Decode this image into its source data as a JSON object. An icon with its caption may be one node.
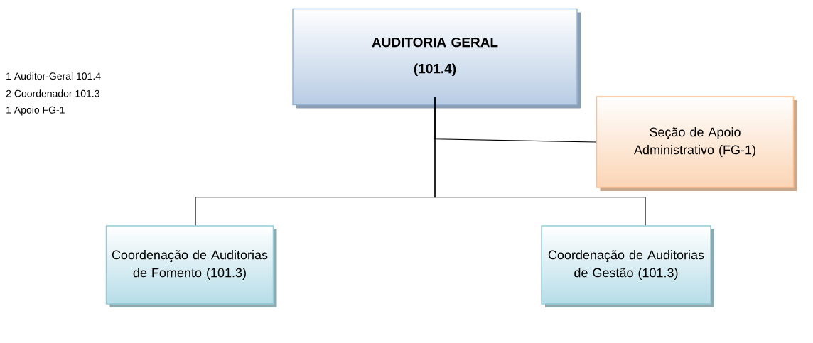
{
  "diagram": {
    "nodes": [
      {
        "text": [
          "AUDITORIA GERAL",
          "(101.4)"
        ]
      },
      {
        "text": [
          "Seção de Apoio Administrativo (FG-1)"
        ]
      },
      {
        "text": [
          "Coordenação de Auditorias de Fomento (101.3)"
        ]
      },
      {
        "text": [
          "Coordenação de Auditorias de Gestão (101.3)"
        ]
      }
    ],
    "edges": [
      {
        "from": 0,
        "to": 1,
        "arrow": "none"
      },
      {
        "from": 0,
        "to": 2,
        "arrow": "none"
      },
      {
        "from": 0,
        "to": 3,
        "arrow": "none"
      }
    ],
    "labels": [
      "1 Auditor-Geral 101.4",
      "2 Coordenador 101.3",
      "1 Apoio FG-1"
    ]
  }
}
